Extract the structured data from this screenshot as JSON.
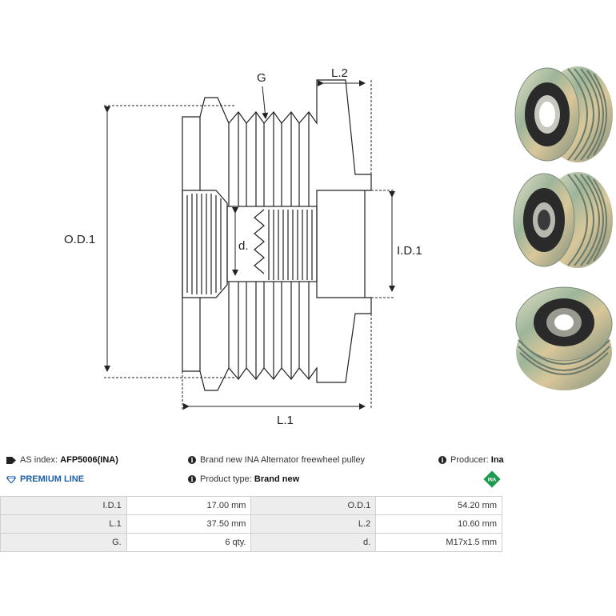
{
  "drawing": {
    "labels": {
      "g": "G",
      "l2": "L.2",
      "od1": "O.D.1",
      "d": "d.",
      "id1": "I.D.1",
      "l1": "L.1"
    }
  },
  "photos": [
    "pulley-photo-spline-front",
    "pulley-photo-hex-front",
    "pulley-photo-spline-angled"
  ],
  "info": {
    "as_index_label": "AS index:",
    "as_index_value": "AFP5006(INA)",
    "premium": "PREMIUM LINE",
    "description": "Brand new INA Alternator freewheel pulley",
    "product_type_label": "Product type:",
    "product_type_value": "Brand new",
    "producer_label": "Producer:",
    "producer_value": "Ina",
    "producer_logo": "INA"
  },
  "specs": [
    {
      "label1": "I.D.1",
      "value1": "17.00 mm",
      "label2": "O.D.1",
      "value2": "54.20 mm"
    },
    {
      "label1": "L.1",
      "value1": "37.50 mm",
      "label2": "L.2",
      "value2": "10.60 mm"
    },
    {
      "label1": "G.",
      "value1": "6 qty.",
      "label2": "d.",
      "value2": "M17x1.5 mm"
    }
  ],
  "colors": {
    "premium": "#1f5fa8",
    "ina_logo": "#1e9a4e",
    "table_label_bg": "#ededed"
  }
}
